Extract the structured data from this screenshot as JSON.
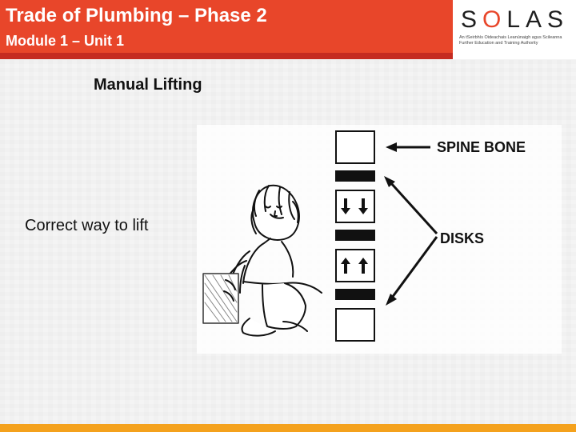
{
  "header": {
    "title": "Trade of Plumbing – Phase 2",
    "subtitle": "Module 1 – Unit 1"
  },
  "logo": {
    "wordmark_start": "S",
    "wordmark_o": "O",
    "wordmark_end": "LAS",
    "tagline_line1": "An tSeirbhís Oideachais Leanúnaigh agus Scileanna",
    "tagline_line2": "Further Education and Training Authority"
  },
  "main": {
    "section_title": "Manual Lifting",
    "side_label": "Correct way to lift"
  },
  "figure": {
    "label_spine": "SPINE BONE",
    "label_disks": "DISKS"
  },
  "colors": {
    "header_band": "#e8462a",
    "header_subline": "#c52b21",
    "footer_bar": "#f4a11c",
    "logo_accent": "#e8462a"
  }
}
